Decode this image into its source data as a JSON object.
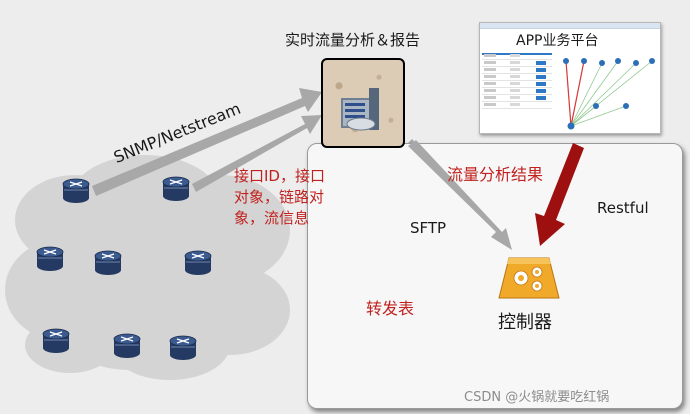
{
  "labels": {
    "realtime_analysis": "实时流量分析＆报告",
    "app_platform": "APP业务平台",
    "snmp": "SNMP/Netstream",
    "interface_info": [
      "接口ID，接口",
      "对象，链路对",
      "象，流信息"
    ],
    "flow_result": "流量分析结果",
    "restful": "Restful",
    "sftp": "SFTP",
    "forwarding_table": "转发表",
    "controller": "控制器",
    "watermark": "CSDN @火锅就要吃红锅"
  },
  "colors": {
    "red_text": "#c0221f",
    "arrow_gray": "#a8a8a8",
    "arrow_red": "#9e0f0f",
    "router_blue": "#243a63",
    "controller_orange": "#f1a92a"
  },
  "icons": {
    "router": "router-icon",
    "server": "server-icon",
    "controller": "gear-icon",
    "app_window": "app-screenshot"
  }
}
